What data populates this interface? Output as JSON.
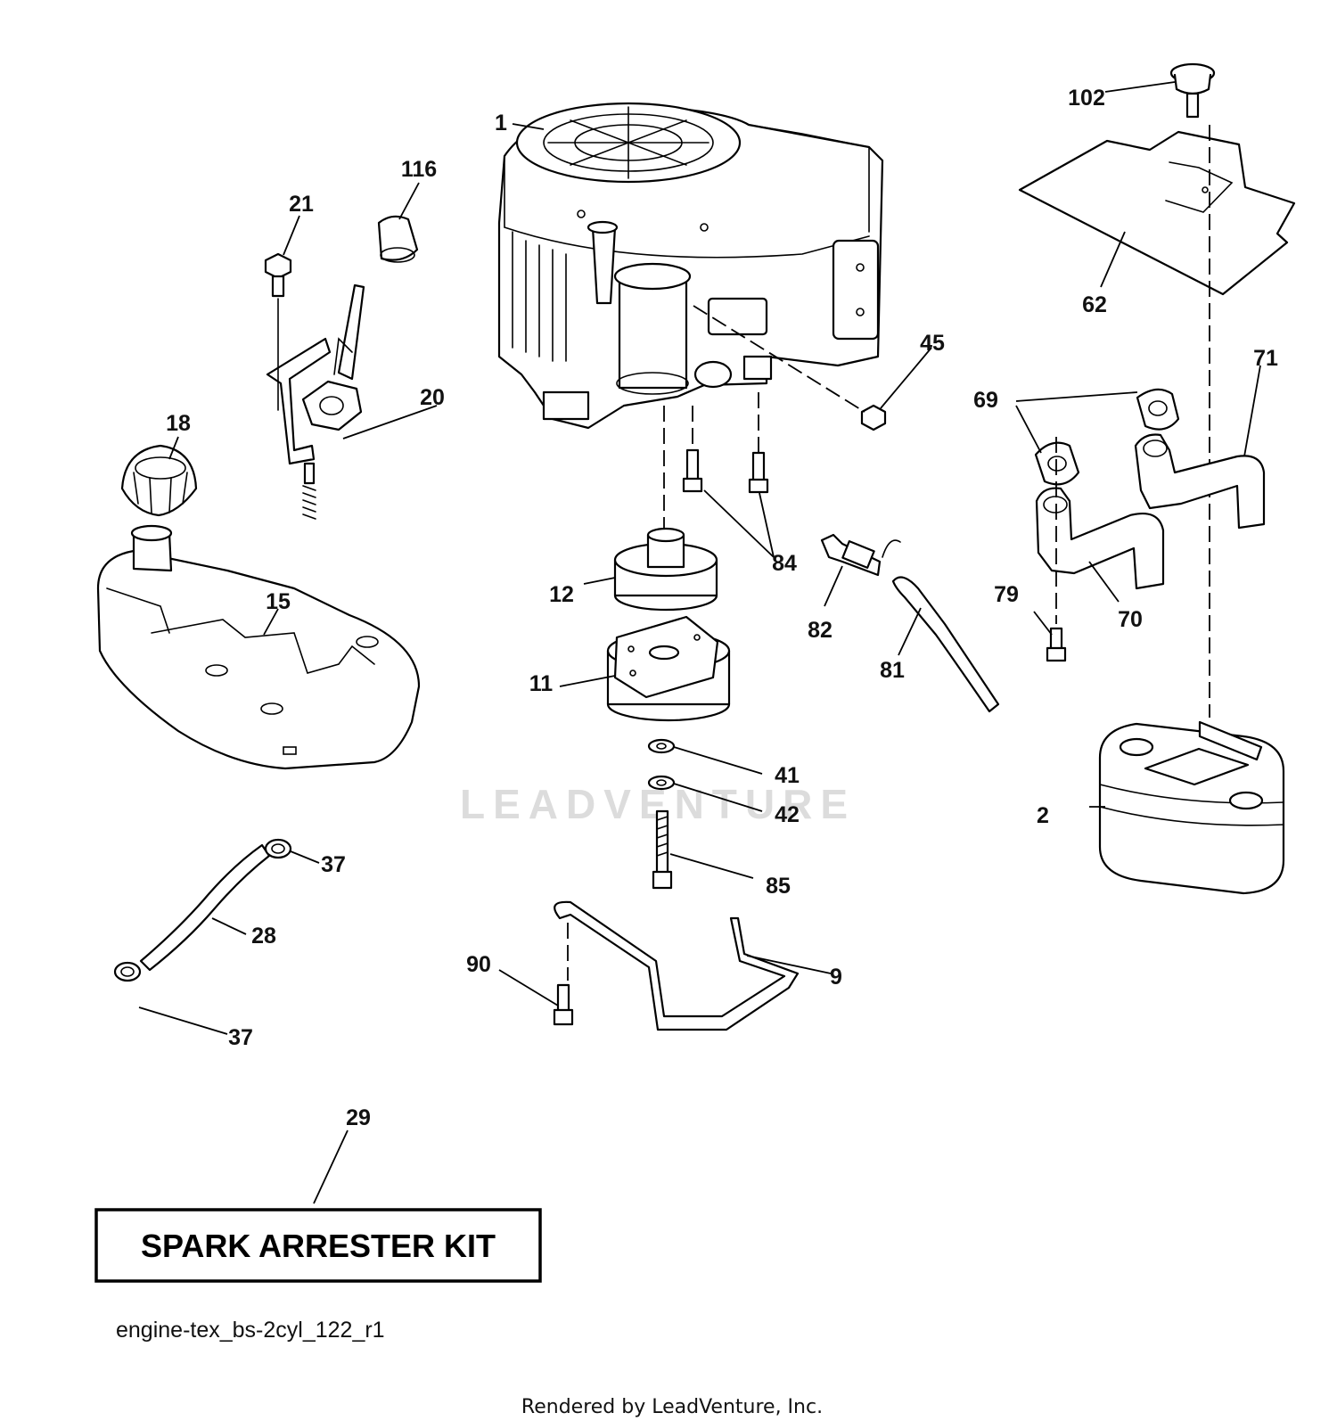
{
  "watermark": "LEADVENTURE",
  "kit_box_label": "SPARK ARRESTER KIT",
  "diagram_reference": "engine-tex_bs-2cyl_122_r1",
  "footer": "Rendered by LeadVenture, Inc.",
  "callouts": {
    "c1": "1",
    "c2": "2",
    "c9": "9",
    "c11": "11",
    "c12": "12",
    "c15": "15",
    "c18": "18",
    "c20": "20",
    "c21": "21",
    "c28": "28",
    "c29": "29",
    "c37a": "37",
    "c37b": "37",
    "c41": "41",
    "c42": "42",
    "c45": "45",
    "c62": "62",
    "c69": "69",
    "c70": "70",
    "c71": "71",
    "c79": "79",
    "c81": "81",
    "c82": "82",
    "c84": "84",
    "c85": "85",
    "c90": "90",
    "c102": "102",
    "c116": "116"
  }
}
